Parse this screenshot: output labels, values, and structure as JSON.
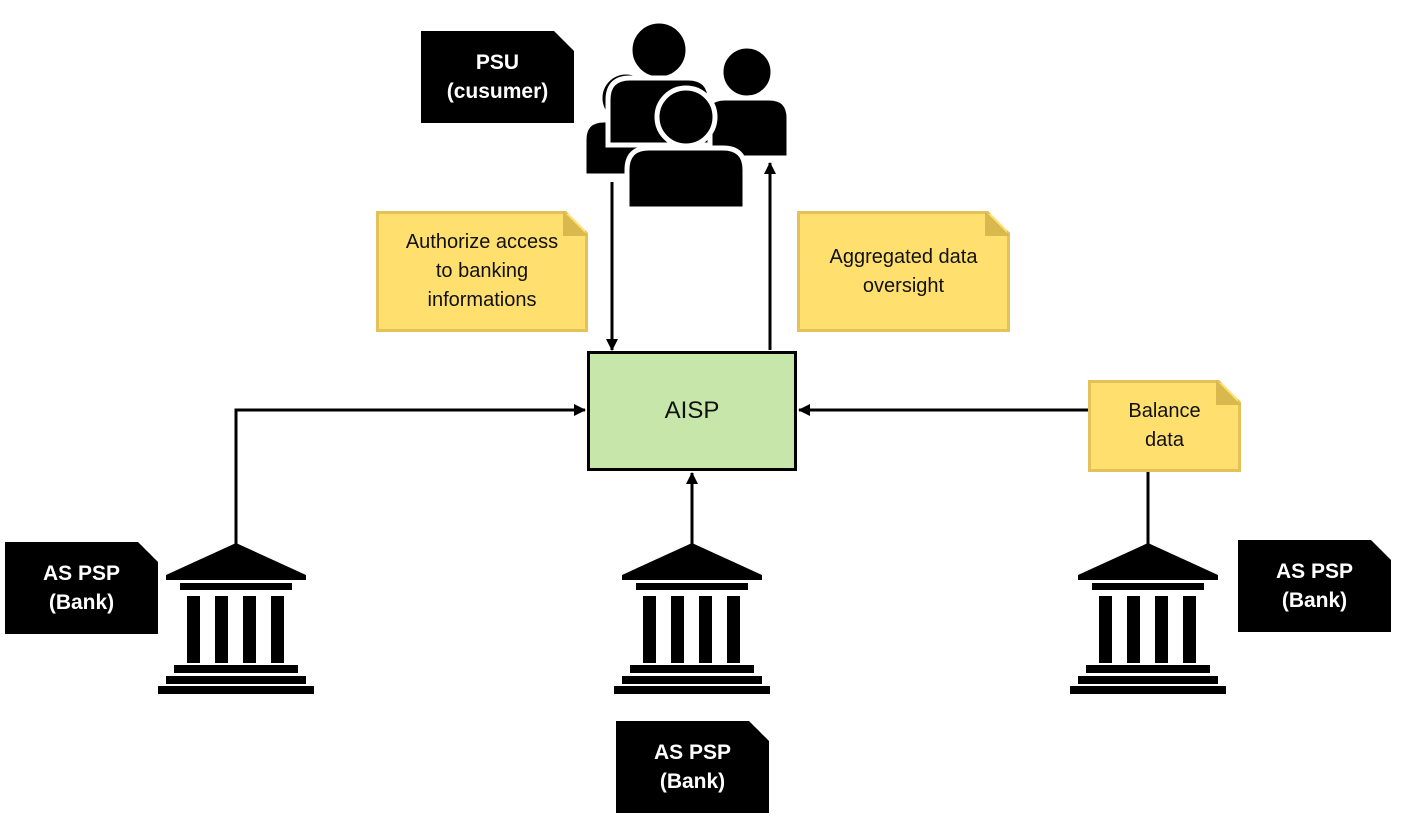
{
  "diagram": {
    "colors": {
      "note_dark": "#000000",
      "note_yellow": "#ffdf6e",
      "note_yellow_border": "#e3c25a",
      "aisp_fill": "#c7e6a9",
      "line": "#000000"
    },
    "nodes": {
      "aisp": {
        "label": "AISP"
      },
      "psu": {
        "label": "PSU\n(cusumer)",
        "icon": "people-group-icon"
      },
      "bank_left": {
        "label": "AS PSP\n(Bank)",
        "icon": "bank-building-icon"
      },
      "bank_center": {
        "label": "AS PSP\n(Bank)",
        "icon": "bank-building-icon"
      },
      "bank_right": {
        "label": "AS PSP\n(Bank)",
        "icon": "bank-building-icon"
      }
    },
    "notes": {
      "authorize": "Authorize access\nto banking\ninformations",
      "aggregated": "Aggregated data\noversight",
      "balance": "Balance\ndata"
    },
    "edges": [
      {
        "from": "psu",
        "to": "aisp"
      },
      {
        "from": "aisp",
        "to": "psu"
      },
      {
        "from": "bank_left",
        "to": "aisp"
      },
      {
        "from": "bank_center",
        "to": "aisp"
      },
      {
        "from": "bank_right",
        "to": "aisp"
      }
    ]
  }
}
